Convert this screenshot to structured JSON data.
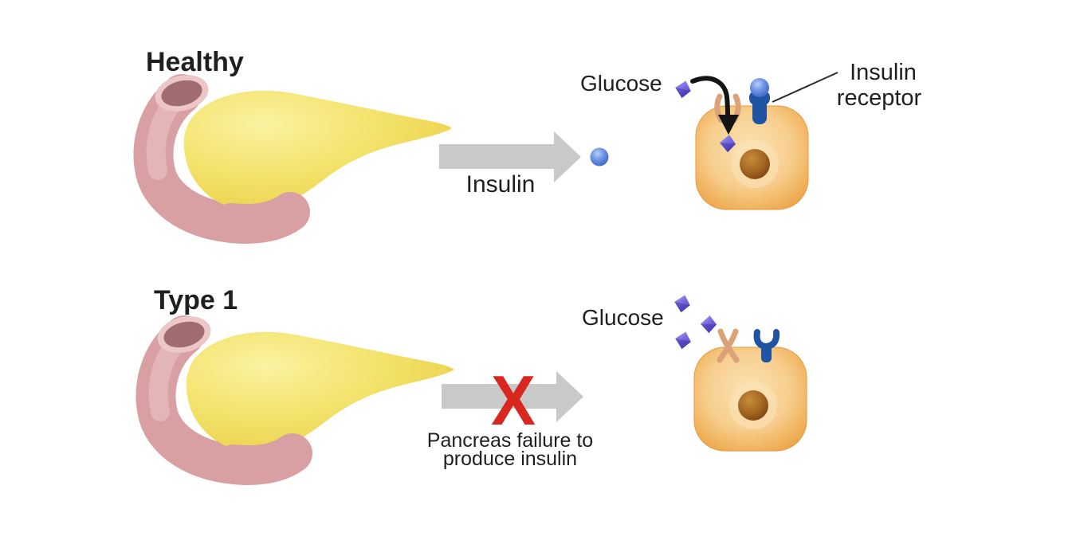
{
  "diagram": {
    "background_color": "#ffffff",
    "healthy": {
      "title": "Healthy",
      "arrow_label": "Insulin",
      "glucose_label": "Glucose",
      "receptor_label": {
        "line1": "Insulin",
        "line2": "receptor"
      }
    },
    "type1": {
      "title": "Type 1",
      "blocked_mark": "X",
      "blocked_caption": {
        "line1": "Pancreas failure to",
        "line2": "produce insulin"
      },
      "glucose_label": "Glucose"
    },
    "colors": {
      "background_color": "#ffffff",
      "pancreas_yellow": "#F2DF5C",
      "duodenum_pink": "#D9A0A4",
      "duodenum_opening_inner": "#A06C70",
      "cell_body_orange": "#F6CA88",
      "cell_edge_orange": "#EDA94F",
      "nucleus_brown": "#9A5C1C",
      "insulin_dot_blue": "#5E87DF",
      "receptor_dark_blue": "#2153A3",
      "glucose_purple": "#7161DB",
      "channel_tan": "#DCA277",
      "arrow_gray": "#C9C9C9",
      "cross_red": "#D8271E",
      "label_text": "#1F1F1F"
    }
  }
}
